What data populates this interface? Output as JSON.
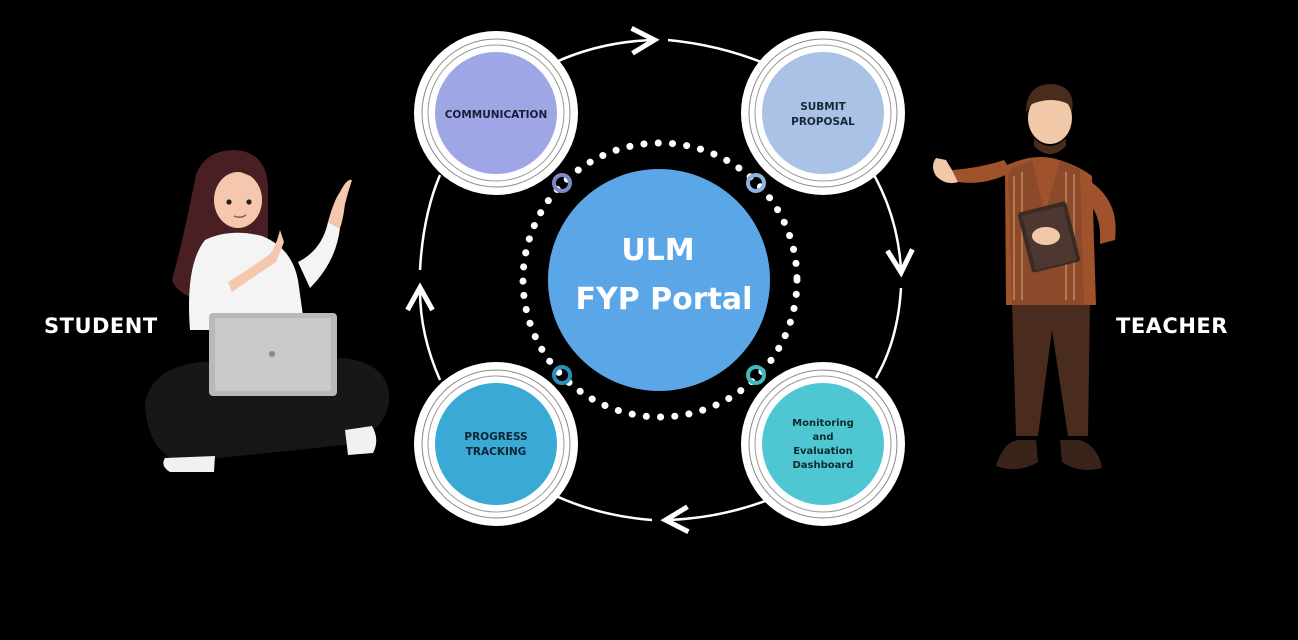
{
  "center": {
    "line1": "ULM",
    "line2": "FYP Portal"
  },
  "nodes": [
    {
      "id": "communication",
      "lines": [
        "COMMUNICATION"
      ],
      "color": "#9ea6e6"
    },
    {
      "id": "submit-proposal",
      "lines": [
        "SUBMIT",
        "PROPOSAL"
      ],
      "color": "#a9c2e6"
    },
    {
      "id": "monitoring-dashboard",
      "lines": [
        "Monitoring",
        "and",
        "Evaluation",
        "Dashboard"
      ],
      "color": "#4ec7d3"
    },
    {
      "id": "progress-tracking",
      "lines": [
        "PROGRESS",
        "TRACKING"
      ],
      "color": "#3aa9d6"
    }
  ],
  "actors": {
    "student": "STUDENT",
    "teacher": "TEACHER"
  },
  "colors": {
    "background": "#000000",
    "center_fill": "#5aa6e6",
    "ring": "#ffffff"
  }
}
